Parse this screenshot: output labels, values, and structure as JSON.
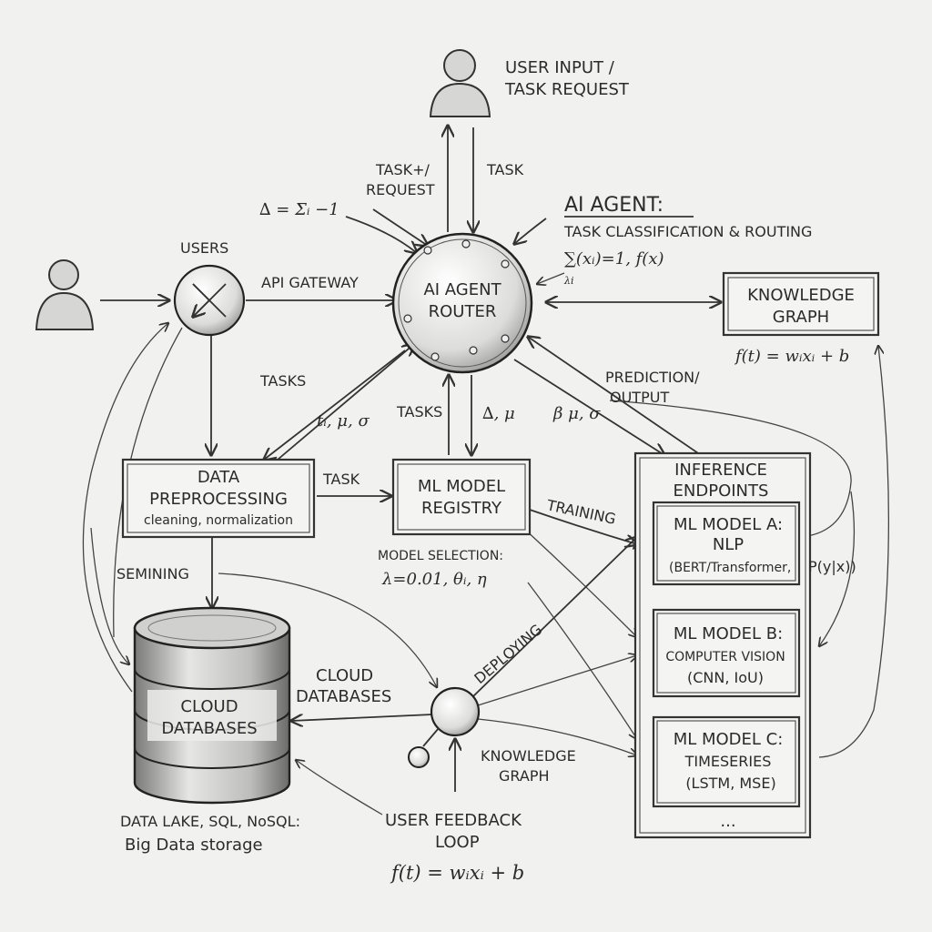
{
  "nodes": {
    "user_input": [
      "USER INPUT /",
      "TASK REQUEST"
    ],
    "router": [
      "AI AGENT",
      "ROUTER"
    ],
    "users": "USERS",
    "knowledge_graph_top": [
      "KNOWLEDGE",
      "GRAPH"
    ],
    "data_preprocessing": [
      "DATA",
      "PREPROCESSING",
      "cleaning, normalization"
    ],
    "ml_registry": [
      "ML MODEL",
      "REGISTRY"
    ],
    "inference_title": [
      "INFERENCE",
      "ENDPOINTS"
    ],
    "model_a": [
      "ML MODEL A:",
      "NLP",
      "(BERT/Transformer,"
    ],
    "model_b": [
      "ML MODEL B:",
      "COMPUTER VISION",
      "(CNN, IoU)"
    ],
    "model_c": [
      "ML MODEL C:",
      "TIMESERIES",
      "(LSTM, MSE)"
    ],
    "inference_more": "...",
    "cloud_db": [
      "CLOUD",
      "DATABASES"
    ],
    "cloud_db_side": [
      "CLOUD",
      "DATABASES"
    ],
    "knowledge_graph_bottom": [
      "KNOWLEDGE",
      "GRAPH"
    ],
    "feedback": [
      "USER FEEDBACK",
      "LOOP"
    ],
    "data_lake": [
      "DATA LAKE, SQL, NoSQL:",
      "Big Data storage"
    ]
  },
  "edges": {
    "task_request": [
      "TASK+/",
      "REQUEST"
    ],
    "task_up": "TASK",
    "api_gateway": "API GATEWAY",
    "tasks_left": "TASKS",
    "tasks_mid": "TASKS",
    "task_right": "TASK",
    "prediction": [
      "PREDICTION/",
      "OUTPUT"
    ],
    "training": "TRAINING",
    "deploying": "DEPLOYING",
    "semining": "SEMINING",
    "model_selection": "MODEL SELECTION:"
  },
  "annotations": {
    "agent_title": "AI AGENT:",
    "agent_sub": "TASK CLASSIFICATION & ROUTING",
    "agent_formula": "∑(xᵢ)=1, f(x)",
    "agent_formula_sub": "λi",
    "delta_formula": "∆ = Σᵢ −1",
    "kg_formula": "f(t) = wᵢxᵢ + b",
    "t_mu_sigma": "tᵢ, μ, σ",
    "delta_mu": "∆, μ",
    "beta_mu_sigma": "β μ, σ",
    "model_selection_formula": "λ=0.01, θᵢ, η",
    "p_y_x": "P(y|x))",
    "feedback_formula": "f(t) = wᵢxᵢ + b"
  }
}
